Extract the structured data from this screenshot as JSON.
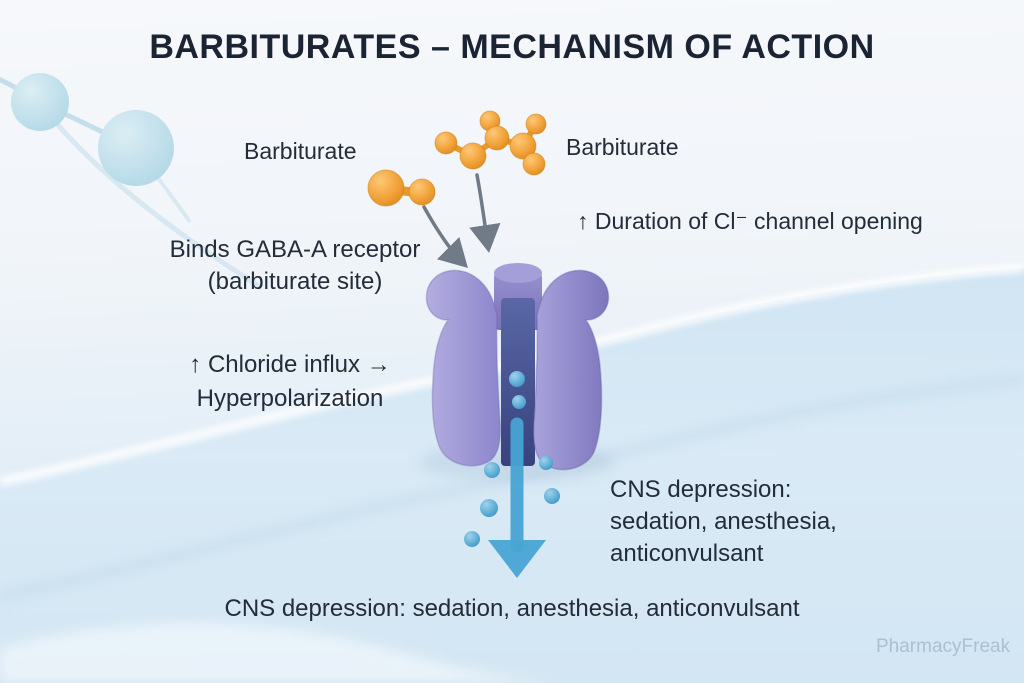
{
  "title": "BARBITURATES – MECHANISM OF ACTION",
  "labels": {
    "barbiturate_left": "Barbiturate",
    "barbiturate_right": "Barbiturate",
    "duration": "↑ Duration of Cl⁻ channel opening",
    "binds_line1": "Binds GABA-A receptor",
    "binds_line2": "(barbiturate site)",
    "chloride_line1": "↑ Chloride influx →",
    "chloride_line2": "Hyperpolarization",
    "cns_line1": "CNS depression:",
    "cns_line2": "sedation, anesthesia,",
    "cns_line3": "anticonvulsant",
    "bottom_summary": "CNS depression: sedation, anesthesia, anticonvulsant",
    "watermark": "PharmacyFreak"
  },
  "icons": {
    "barbiturate_molecule_chain": "orange-molecule-chain-icon",
    "barbiturate_molecule_pair": "orange-molecule-pair-icon",
    "receptor_channel": "gaba-a-receptor-channel-icon",
    "chloride_ions": "chloride-ion-dots-icon",
    "flux_arrow": "downward-flux-arrow-icon",
    "binding_arrows": "binding-arrow-icon",
    "decorative_molecule": "background-molecule-icon",
    "membrane": "cell-membrane-icon"
  },
  "colors": {
    "background_top": "#f6f8fb",
    "background_bottom": "#d6e7f3",
    "title_text": "#1b2433",
    "body_text": "#232c38",
    "membrane": "#d8e9f5",
    "receptor_purple": "#9b94d2",
    "pore_blue": "#44518f",
    "barbiturate_orange": "#f3a63e",
    "chloride_blue": "#55a9d4",
    "arrow_gray": "#707b87",
    "watermark": "#a9c1d3"
  }
}
